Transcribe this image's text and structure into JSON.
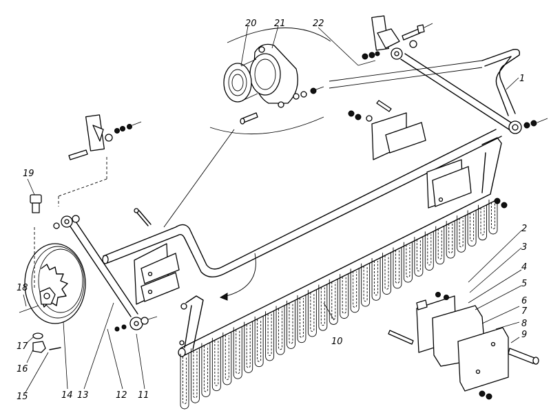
{
  "diagram": {
    "type": "exploded-assembly",
    "callouts": [
      {
        "id": "1",
        "text": "1"
      },
      {
        "id": "2",
        "text": "2"
      },
      {
        "id": "3",
        "text": "3"
      },
      {
        "id": "4",
        "text": "4"
      },
      {
        "id": "5",
        "text": "5"
      },
      {
        "id": "6",
        "text": "6"
      },
      {
        "id": "7",
        "text": "7"
      },
      {
        "id": "8",
        "text": "8"
      },
      {
        "id": "9",
        "text": "9"
      },
      {
        "id": "10",
        "text": "10"
      },
      {
        "id": "11",
        "text": "11"
      },
      {
        "id": "12",
        "text": "12"
      },
      {
        "id": "13",
        "text": "13"
      },
      {
        "id": "14",
        "text": "14"
      },
      {
        "id": "15",
        "text": "15"
      },
      {
        "id": "16",
        "text": "16"
      },
      {
        "id": "17",
        "text": "17"
      },
      {
        "id": "18",
        "text": "18"
      },
      {
        "id": "19",
        "text": "19"
      },
      {
        "id": "20",
        "text": "20"
      },
      {
        "id": "21",
        "text": "21"
      },
      {
        "id": "22",
        "text": "22"
      }
    ],
    "parts": [
      "crank-handle",
      "main-shaft",
      "comb-bar-with-tines",
      "bearing-housing",
      "bearing",
      "pulley",
      "connecting-rod",
      "wooden-support-blocks",
      "mounting-plates",
      "bolts-nuts-washers"
    ]
  }
}
